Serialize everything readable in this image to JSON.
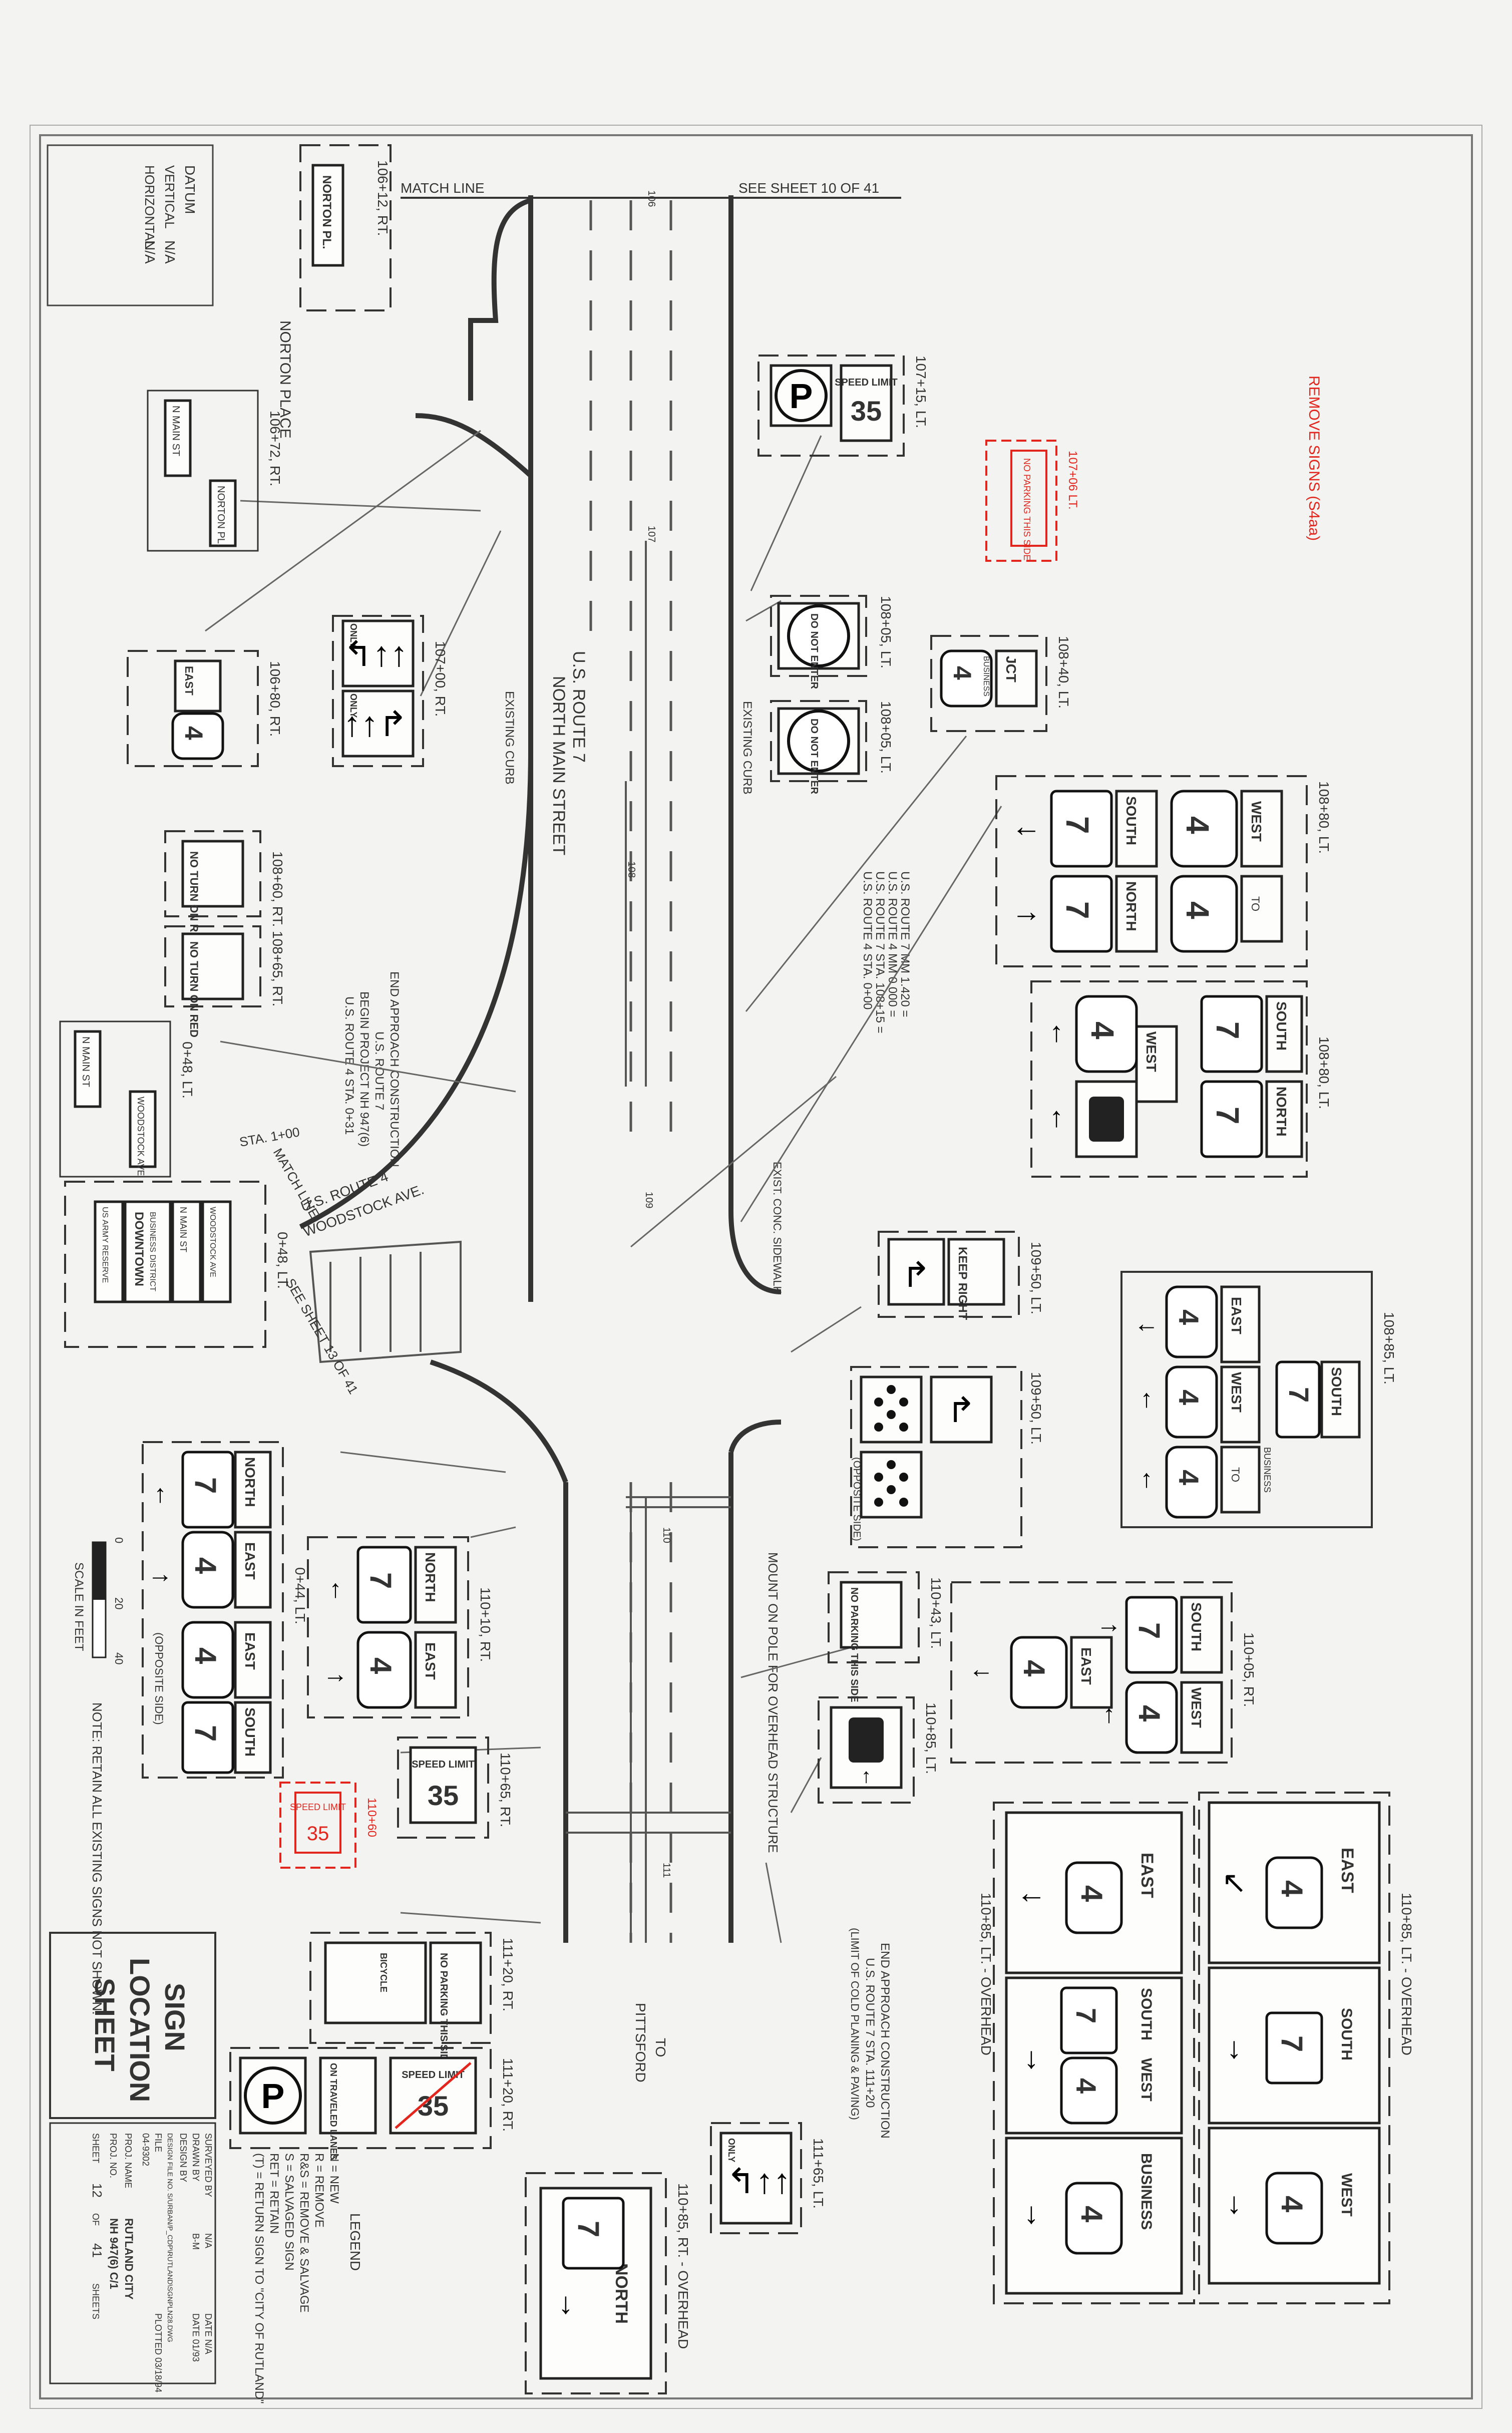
{
  "sheet": {
    "title_line1": "SIGN",
    "title_line2": "LOCATION",
    "title_line3": "SHEET",
    "project_name": "RUTLAND CITY",
    "project_no": "NH 947(6) C/1",
    "sheet_num": "12",
    "sheet_of": "41",
    "datum": {
      "label": "DATUM",
      "vertical_label": "VERTICAL",
      "vertical": "N/A",
      "horizontal_label": "HORIZONTAL",
      "horizontal": "N/A"
    },
    "match_line": "MATCH LINE",
    "see_sheet_top": "SEE SHEET 10 OF 41",
    "match_line_2": "MATCH LINE",
    "see_sheet_side": "SEE SHEET 13 OF 41",
    "scale": {
      "label": "SCALE IN FEET",
      "ticks": [
        "0",
        "20",
        "40"
      ]
    },
    "note": "NOTE: RETAIN ALL EXISTING SIGNS NOT SHOWN.",
    "red_note": "REMOVE SIGNS (S4aa)",
    "title_block": {
      "surveyed_by": "SURVEYED BY",
      "drawn_by": "DRAWN BY",
      "design_by": "DESIGN BY",
      "design_file": "DESIGN FILE NO. S/URBAN/P_CDP\\RUTLAND\\SGNPLN28.DWG",
      "rev_file": "FILE",
      "proj_name": "PROJ. NAME",
      "proj_no": "PROJ. NO.",
      "sheet_label": "SHEET",
      "of_label": "OF",
      "sheets_label": "SHEETS",
      "surveyed_val": "N/A",
      "drawn_val": "B-M",
      "design_val": "04-9302",
      "date_surveyed": "DATE N/A",
      "date_drawn": "DATE 01/93",
      "date_plotted": "PLOTTED 03/18/94"
    }
  },
  "legend": {
    "title": "LEGEND",
    "items": [
      "N = NEW",
      "R = REMOVE",
      "R&S = REMOVE & SALVAGE",
      "S = SALVAGED SIGN",
      "RET = RETAIN",
      "(T) = RETURN SIGN TO \"CITY OF RUTLAND\""
    ]
  },
  "roads": {
    "main": "U.S. ROUTE 7",
    "main_street": "NORTH MAIN STREET",
    "side": "U.S. ROUTE 4",
    "side_street": "WOODSTOCK AVE.",
    "norton": "NORTON PLACE",
    "to": "TO",
    "pittsford": "PITTSFORD",
    "sta_label": "STA. 1+00",
    "existing_curb": "EXISTING CURB",
    "existing_curb_2": "EXISTING CURB",
    "conc_sidewalk": "EXIST. CONC. SIDEWALK",
    "mount_note": "MOUNT ON POLE FOR OVERHEAD STRUCTURE",
    "end_approach_1": "END APPROACH CONSTRUCTION",
    "end_approach_1b": "U.S. ROUTE 7 STA. 111+20",
    "end_approach_1c": "(LIMIT OF COLD PLANING & PAVING)",
    "end_approach_2": "END APPROACH CONSTRUCTION",
    "end_approach_2b": "U.S. ROUTE 7",
    "end_approach_2c": "BEGIN PROJECT NH 947(6)",
    "end_approach_2d": "U.S. ROUTE 4 STA. 0+31",
    "equation_1": "U.S. ROUTE 7 MM 1.420 =",
    "equation_2": "U.S. ROUTE 4 MM 0.000 =",
    "equation_3": "U.S. ROUTE 7 STA. 108+15 =",
    "equation_4": "U.S. ROUTE 4 STA. 0+00",
    "sta_106": "106",
    "sta_107": "107",
    "sta_108": "108",
    "sta_109": "109",
    "sta_110": "110",
    "sta_111": "111"
  },
  "stations": {
    "s106_12": "106+12, RT.",
    "s106_72": "106+72, RT.",
    "s106_80": "106+80, RT.",
    "s107_00": "107+00, RT.",
    "s107_15": "107+15, LT.",
    "s107_06": "107+06 LT.",
    "s108_05a": "108+05, LT.",
    "s108_05b": "108+05, LT.",
    "s108_40": "108+40, LT.",
    "s108_60": "108+60, RT. 108+65, RT.",
    "s108_80a": "108+80, LT.",
    "s108_80b": "108+80, LT.",
    "s108_85": "108+85, LT.",
    "s0_48a": "0+48, LT.",
    "s0_48b": "0+48, LT.",
    "s0_44": "0+44, LT.",
    "s109_50a": "109+50, LT.",
    "s109_50b": "109+50, LT.",
    "s110_05": "110+05, RT.",
    "s110_10": "110+10, RT.",
    "s110_43": "110+43, LT.",
    "s110_65": "110+65, RT.",
    "s110_85": "110+85, LT.",
    "s110_85_oh": "110+85, LT. - OVERHEAD",
    "s110_85_oh2": "110+85, LT. - OVERHEAD",
    "s110_85_rt": "110+85, RT. - OVERHEAD",
    "s110_60_red": "110+60",
    "s111_20a": "111+20, RT.",
    "s111_20b": "111+20, RT.",
    "s111_65": "111+65, LT."
  },
  "signs": {
    "norton_pl": "NORTON PL.",
    "n_main_st": "N MAIN ST",
    "norton_pl2": "NORTON PL.",
    "speed_limit": "SPEED LIMIT",
    "speed_35": "35",
    "no_parking": "NO PARKING THIS SIDE",
    "do_not_enter": "DO NOT ENTER",
    "jct": "JCT",
    "business": "BUSINESS",
    "route_4": "4",
    "route_7": "7",
    "east": "EAST",
    "west": "WEST",
    "north": "NORTH",
    "south": "SOUTH",
    "to": "TO",
    "only": "ONLY",
    "no_turn_on_red": "NO TURN ON RED",
    "woodstock_ave": "WOODSTOCK AVE",
    "downtown": "DOWNTOWN",
    "business_district": "BUSINESS DISTRICT",
    "us_army_reserve": "US ARMY RESERVE",
    "keep_right": "KEEP RIGHT",
    "opposite_side": "(OPPOSITE SIDE)",
    "bicycle": "BICYCLE",
    "on_traveled_lanes": "ON TRAVELED LANES",
    "opposite_side_2": "(OPPOSITE SIDE)"
  },
  "colors": {
    "line": "#333333",
    "markup_red": "#e2261d",
    "paper": "#f3f3f1"
  }
}
